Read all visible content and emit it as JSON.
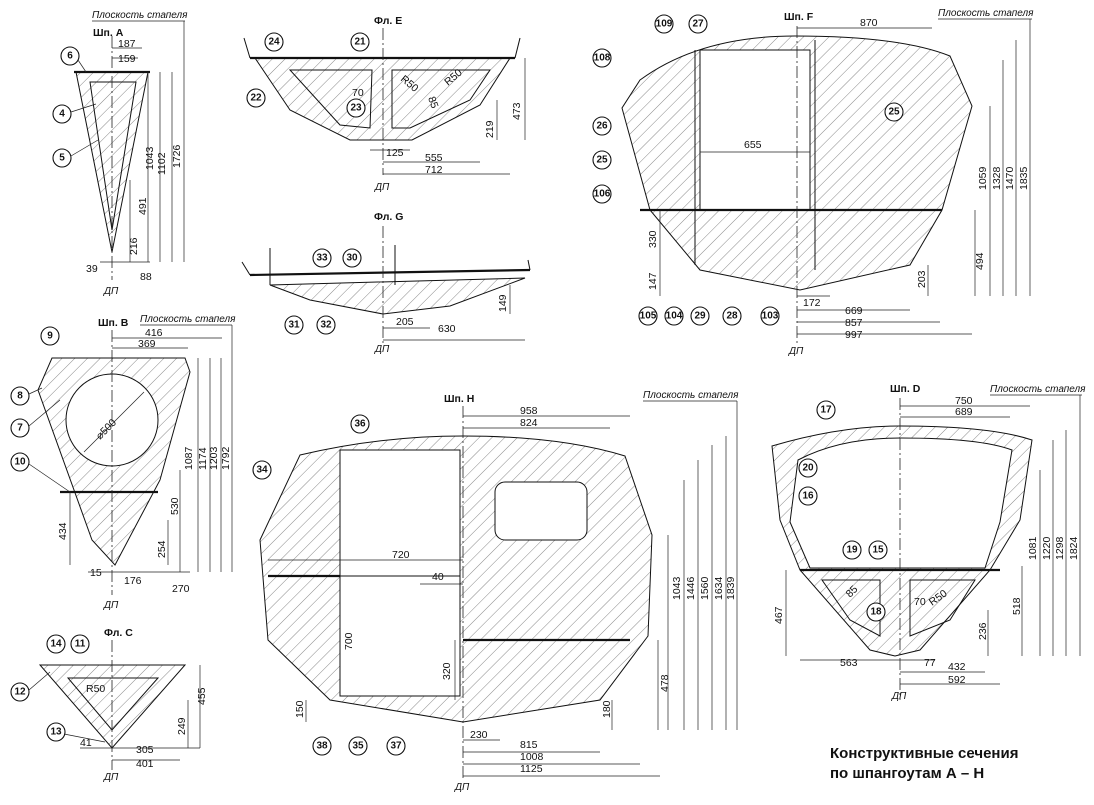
{
  "caption": {
    "line1": "Конструктивные сечения",
    "line2": "по шпангоутам А – Н"
  },
  "common": {
    "ref_plane": "Плоскость стапеля",
    "centerline": "ДП"
  },
  "sections": {
    "A": {
      "title": "Шп. А",
      "dims": [
        "187",
        "159",
        "1043",
        "1102",
        "1726",
        "491",
        "216",
        "39",
        "88"
      ],
      "callouts": [
        "6",
        "4",
        "5"
      ]
    },
    "B": {
      "title": "Шп. B",
      "dims": [
        "416",
        "369",
        "⌀500",
        "1087",
        "1174",
        "1203",
        "1792",
        "530",
        "434",
        "254",
        "15",
        "176",
        "270"
      ],
      "callouts": [
        "9",
        "8",
        "7",
        "10"
      ]
    },
    "C": {
      "title": "Фл. С",
      "dims": [
        "R50",
        "455",
        "249",
        "41",
        "305",
        "401"
      ],
      "callouts": [
        "14",
        "11",
        "12",
        "13"
      ]
    },
    "E": {
      "title": "Фл. Е",
      "dims": [
        "R50",
        "R50",
        "70",
        "85",
        "473",
        "219",
        "125",
        "555",
        "712"
      ],
      "callouts": [
        "24",
        "22",
        "21",
        "23"
      ]
    },
    "G": {
      "title": "Фл. G",
      "dims": [
        "149",
        "205",
        "630"
      ],
      "callouts": [
        "33",
        "30",
        "31",
        "32"
      ]
    },
    "F": {
      "title": "Шп. F",
      "dims": [
        "870",
        "655",
        "1059",
        "1328",
        "1470",
        "1835",
        "330",
        "147",
        "494",
        "203",
        "172",
        "669",
        "857",
        "997"
      ],
      "callouts": [
        "109",
        "27",
        "108",
        "25",
        "26",
        "25",
        "106",
        "105",
        "104",
        "29",
        "28",
        "103"
      ]
    },
    "H": {
      "title": "Шп. H",
      "dims": [
        "958",
        "824",
        "720",
        "40",
        "700",
        "320",
        "1043",
        "1446",
        "1560",
        "1634",
        "1839",
        "478",
        "150",
        "180",
        "230",
        "815",
        "1008",
        "1125"
      ],
      "callouts": [
        "36",
        "34",
        "38",
        "35",
        "37"
      ]
    },
    "D": {
      "title": "Шп. D",
      "dims": [
        "750",
        "689",
        "1081",
        "1220",
        "1298",
        "1824",
        "518",
        "467",
        "85",
        "70",
        "R50",
        "236",
        "563",
        "77",
        "432",
        "592"
      ],
      "callouts": [
        "17",
        "20",
        "16",
        "19",
        "15",
        "18"
      ]
    }
  }
}
